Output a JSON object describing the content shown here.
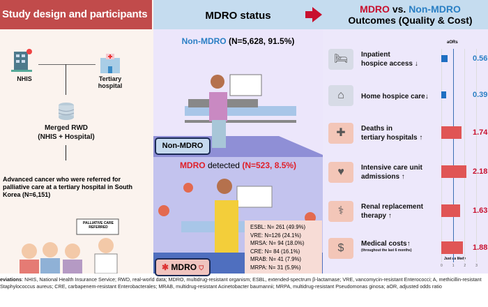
{
  "left": {
    "title": "Study design and participants",
    "nhis": "NHIS",
    "tertiary": "Tertiary hospital",
    "merged_1": "Merged RWD",
    "merged_2": "(NHIS + Hospital)",
    "population": "Advanced cancer who were referred for palliative care at a tertiary hospital in South Korea (N=6,151)",
    "sign": "PALLIATIVE CARE REFERRED"
  },
  "middle": {
    "title": "MDRO status",
    "non_mdro_head_a": "Non-MDRO",
    "non_mdro_head_b": "(N=5,628, 91.5%)",
    "non_mdro_tag": "Non-MDRO",
    "mdro_head_a": "MDRO",
    "mdro_head_b": " detected ",
    "mdro_head_c": "(N=523, 8.5%)",
    "mdro_tag": "MDRO",
    "organisms": [
      "ESBL: N= 261 (49.9%)",
      "VRE: N=126 (24.1%)",
      "MRSA: N= 94 (18.0%)",
      "CRE: N= 84 (16.1%)",
      "MRAB: N= 41 (7.9%)",
      "MRPA: N= 31 (5.9%)"
    ]
  },
  "right": {
    "title_a": "MDRO",
    "title_vs": " vs. ",
    "title_b": "Non-MDRO",
    "title_2": "Outcomes (Quality & Cost)",
    "axis_label": "aORs",
    "ref_label": "Just as likely",
    "rows": [
      {
        "l1": "Inpatient",
        "l2": "hospice access ↓",
        "value": "0.56"
      },
      {
        "l1": "Home hospice care↓",
        "l2": "",
        "value": "0.39"
      },
      {
        "l1": "Deaths in",
        "l2": "tertiary hospitals ↑",
        "value": "1.74"
      },
      {
        "l1": "Intensive care unit",
        "l2": "admissions  ↑",
        "value": "2.18"
      },
      {
        "l1": "Renal replacement",
        "l2": "therapy ↑",
        "value": "1.63"
      },
      {
        "l1": "Medical costs↑",
        "l2": "(throughout the last 6 months)",
        "value": "1.88"
      }
    ]
  },
  "chart_data": {
    "type": "bar",
    "orientation": "horizontal",
    "categories": [
      "Inpatient hospice access",
      "Home hospice care",
      "Deaths in tertiary hospitals",
      "Intensive care unit admissions",
      "Renal replacement therapy",
      "Medical costs"
    ],
    "values": [
      0.56,
      0.39,
      1.74,
      2.18,
      1.63,
      1.88
    ],
    "xlabel": "aORs",
    "xlim": [
      0,
      3
    ],
    "xticks": [
      "0",
      "1",
      "2",
      "3"
    ],
    "reference": 1,
    "reference_label": "Just as likely",
    "colors": {
      "decrease": "#1f6fc2",
      "increase": "#e05555"
    }
  },
  "footer": {
    "bold": "eviations",
    "text": ": NHIS, National Health Insurance Service; RWD, real-world data; MDRO, multidrug-resistant organism; ESBL, extended-spectrum β-lactamase; VRE, vancomycin-resistant Enterococci; A, methicillin-resistant Staphylococcus aureus; CRE, carbapenem-resistant Enterobacterales; MRAB, multidrug-resistant Acinetobacter baumannii; MRPA, multidrug-resistant Pseudomonas ginosa; aOR, adjusted odds ratio"
  }
}
